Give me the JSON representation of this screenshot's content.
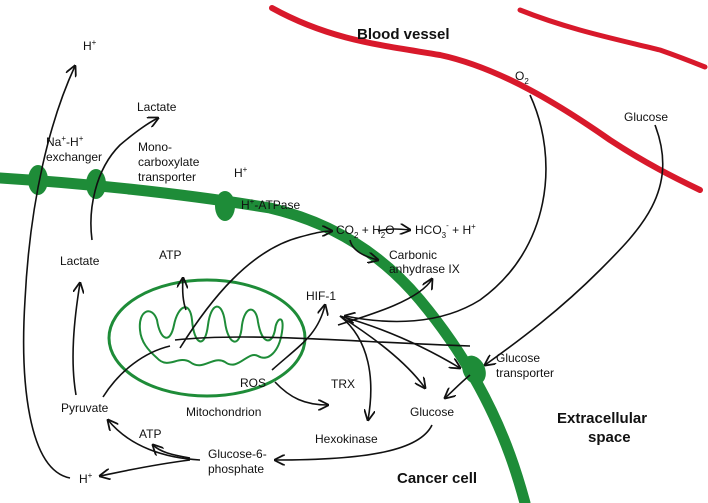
{
  "colors": {
    "membrane": "#1e8c38",
    "blood_vessel": "#d8192b",
    "arrow": "#111111"
  },
  "regions": {
    "blood_vessel": "Blood vessel",
    "extracellular_line1": "Extracellular",
    "extracellular_line2": "space",
    "cancer_cell": "Cancer cell"
  },
  "molecules": {
    "h_plus_top": "H",
    "plus": "+",
    "lactate_out": "Lactate",
    "lactate_in": "Lactate",
    "h_plus_atpase_top": "H",
    "o2_o": "O",
    "o2_sub": "2",
    "glucose_out": "Glucose",
    "glucose_in": "Glucose",
    "atp_upper": "ATP",
    "atp_lower": "ATP",
    "pyruvate": "Pyruvate",
    "h_plus_bottom": "H",
    "ros": "ROS",
    "trx": "TRX",
    "hif1": "HIF-1",
    "hexokinase": "Hexokinase",
    "g6p_line1": "Glucose-6-",
    "g6p_line2": "phosphate",
    "mitochondrion": "Mitochondrion",
    "co2_a": "CO",
    "co2_sub": "2",
    "co2_b": " + H",
    "h2o_sub": "2",
    "h2o_c": "O",
    "hco3_a": "HCO",
    "hco3_sub": "3",
    "hco3_sup": "-",
    "hco3_b": " + H",
    "hco3_sup2": "+"
  },
  "transporters": {
    "na_h_line1_a": "Na",
    "na_h_line1_b": "-H",
    "na_h_line2": "exchanger",
    "mct_line1": "Mono-",
    "mct_line2": "carboxylate",
    "mct_line3": "transporter",
    "h_atpase_a": "H",
    "h_atpase_b": "-ATPase",
    "glut_line1": "Glucose",
    "glut_line2": "transporter",
    "ca_line1": "Carbonic",
    "ca_line2": "anhydrase IX"
  }
}
